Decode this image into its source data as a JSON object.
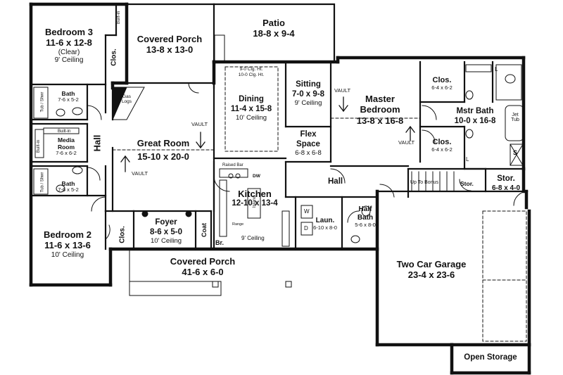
{
  "rooms": {
    "bedroom3": {
      "name": "Bedroom 3",
      "dims": "11-6 x 12-8",
      "note1": "(Clear)",
      "note2": "9' Ceiling"
    },
    "covered_porch_rear": {
      "name": "Covered Porch",
      "dims": "13-8 x 13-0"
    },
    "patio": {
      "name": "Patio",
      "dims": "18-8 x 9-4"
    },
    "dining": {
      "name": "Dining",
      "dims": "11-4 x 15-8",
      "note1": "10' Ceiling",
      "clg1": "9-0 Clg. Ht.",
      "clg2": "10-0 Clg. Ht."
    },
    "sitting": {
      "name": "Sitting",
      "dims": "7-0 x 9-8",
      "note1": "9' Ceiling"
    },
    "master_bedroom": {
      "name1": "Master",
      "name2": "Bedroom",
      "dims": "13-8 x 16-8"
    },
    "closet_upper": {
      "name": "Clos.",
      "dims": "6-4 x 6-2"
    },
    "closet_lower": {
      "name": "Clos.",
      "dims": "6-4 x 6-2"
    },
    "master_bath": {
      "name": "Mstr Bath",
      "dims": "10-0 x 16-8"
    },
    "bath_upper": {
      "name": "Bath",
      "dims": "7-6 x 5-2"
    },
    "media_room": {
      "name1": "Media",
      "name2": "Room",
      "dims": "7-6 x 6-2"
    },
    "bath_lower": {
      "name": "Bath",
      "dims": "7-6 x 5-2"
    },
    "great_room": {
      "name": "Great Room",
      "dims": "15-10 x 20-0"
    },
    "flex_space": {
      "name1": "Flex",
      "name2": "Space",
      "dims": "6-8 x 6-8"
    },
    "kitchen": {
      "name": "Kitchen",
      "dims": "12-10 x 13-4",
      "note1": "9' Ceiling"
    },
    "laundry": {
      "name": "Laun.",
      "dims": "6-10 x 8-0"
    },
    "half_bath": {
      "name1": "Half",
      "name2": "Bath",
      "dims": "5-6 x 8-0"
    },
    "storage_right": {
      "name": "Stor.",
      "dims": "6-8 x 4-0"
    },
    "bedroom2": {
      "name": "Bedroom 2",
      "dims": "11-6 x 13-6",
      "note1": "10' Ceiling"
    },
    "foyer": {
      "name": "Foyer",
      "dims": "8-6 x 5-0",
      "note1": "10' Ceiling"
    },
    "covered_porch_front": {
      "name": "Covered Porch",
      "dims": "41-6 x 6-0"
    },
    "garage": {
      "name": "Two Car Garage",
      "dims": "23-4 x 23-6"
    },
    "open_storage": {
      "name": "Open Storage"
    }
  },
  "labels": {
    "hall_left": "Hall",
    "hall_right": "Hall",
    "clos_bedroom3": "Clos.",
    "clos_bedroom2": "Clos.",
    "coat": "Coat",
    "built_in_top": "Built-in",
    "built_in_media1": "Built-in",
    "built_in_media2": "Built-in",
    "tub_shower1": "Tub / Shwr",
    "tub_shower2": "Tub / Shwr",
    "gas_logs1": "Gas",
    "gas_logs2": "Logs",
    "vault_great_left": "VAULT",
    "vault_great_right": "VAULT",
    "vault_master_left": "VAULT",
    "vault_master_right": "VAULT",
    "raised_bar": "Raised Bar",
    "dw": "DW",
    "island": "Island",
    "range": "Range",
    "br": "Br.",
    "up_to_bonus": "Up To Bonus",
    "stor_small": "Stor.",
    "jet_tub1": "Jet",
    "jet_tub2": "Tub",
    "w": "W",
    "d": "D",
    "l1": "L",
    "l2": "L",
    "s": "S"
  }
}
